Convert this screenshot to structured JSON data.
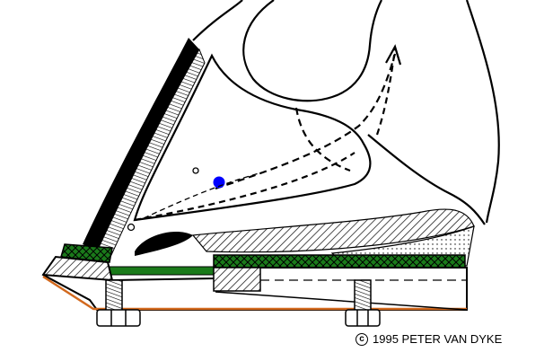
{
  "copyright": {
    "symbol": "c",
    "text": "1995 PETER VAN DYKE"
  },
  "colors": {
    "line": "#000000",
    "hoof_wall": "#000000",
    "pad_green": "#1a7a1a",
    "marker_blue": "#0000ff",
    "shoe_edge_orange": "#d2691e",
    "background": "#ffffff"
  },
  "icons": [
    "copyright-icon",
    "blue-dot-marker"
  ]
}
